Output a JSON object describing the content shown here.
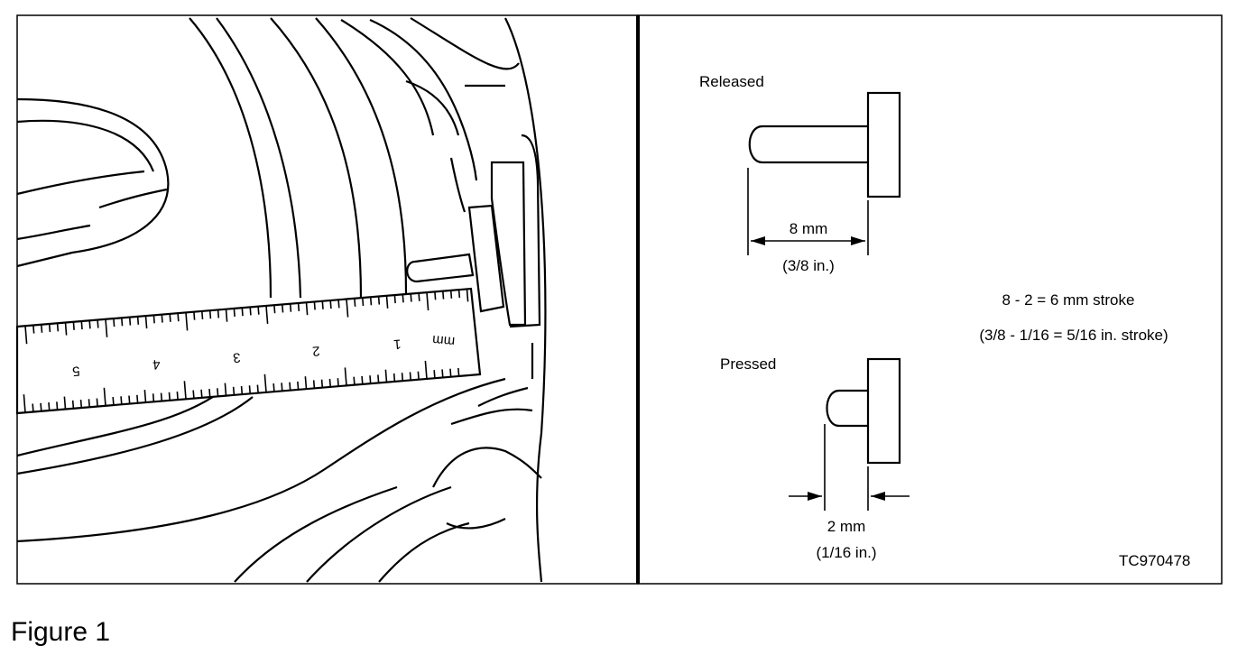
{
  "right_panel": {
    "released_label": "Released",
    "released_measure": "8 mm",
    "released_measure_in": "(3/8 in.)",
    "stroke_formula_mm": "8 - 2 = 6 mm stroke",
    "stroke_formula_in": "(3/8 - 1/16 = 5/16 in. stroke)",
    "pressed_label": "Pressed",
    "pressed_measure": "2 mm",
    "pressed_measure_in": "(1/16 in.)",
    "figure_code": "TC970478"
  },
  "ruler": {
    "unit_label": "mm",
    "numbers": [
      "1",
      "2",
      "3",
      "4",
      "5"
    ]
  },
  "caption": "Figure 1"
}
